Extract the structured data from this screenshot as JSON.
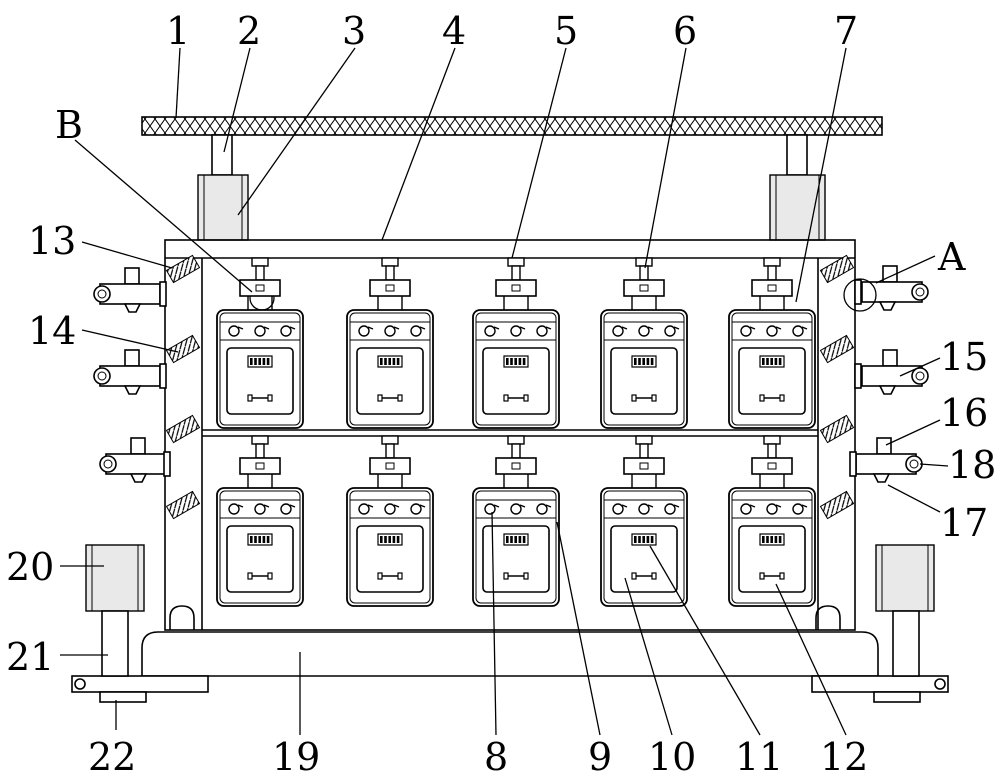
{
  "labels": {
    "n1": "1",
    "n2": "2",
    "n3": "3",
    "n4": "4",
    "n5": "5",
    "n6": "6",
    "n7": "7",
    "n8": "8",
    "n9": "9",
    "n10": "10",
    "n11": "11",
    "n12": "12",
    "n13": "13",
    "n14": "14",
    "n15": "15",
    "n16": "16",
    "n17": "17",
    "n18": "18",
    "n19": "19",
    "n20": "20",
    "n21": "21",
    "n22": "22",
    "detailA": "A",
    "detailB": "B"
  },
  "meters": {
    "rows": 2,
    "columns": 5
  },
  "colors": {
    "line": "#000000",
    "background": "#ffffff",
    "fill_gray": "#e9e9e9"
  }
}
